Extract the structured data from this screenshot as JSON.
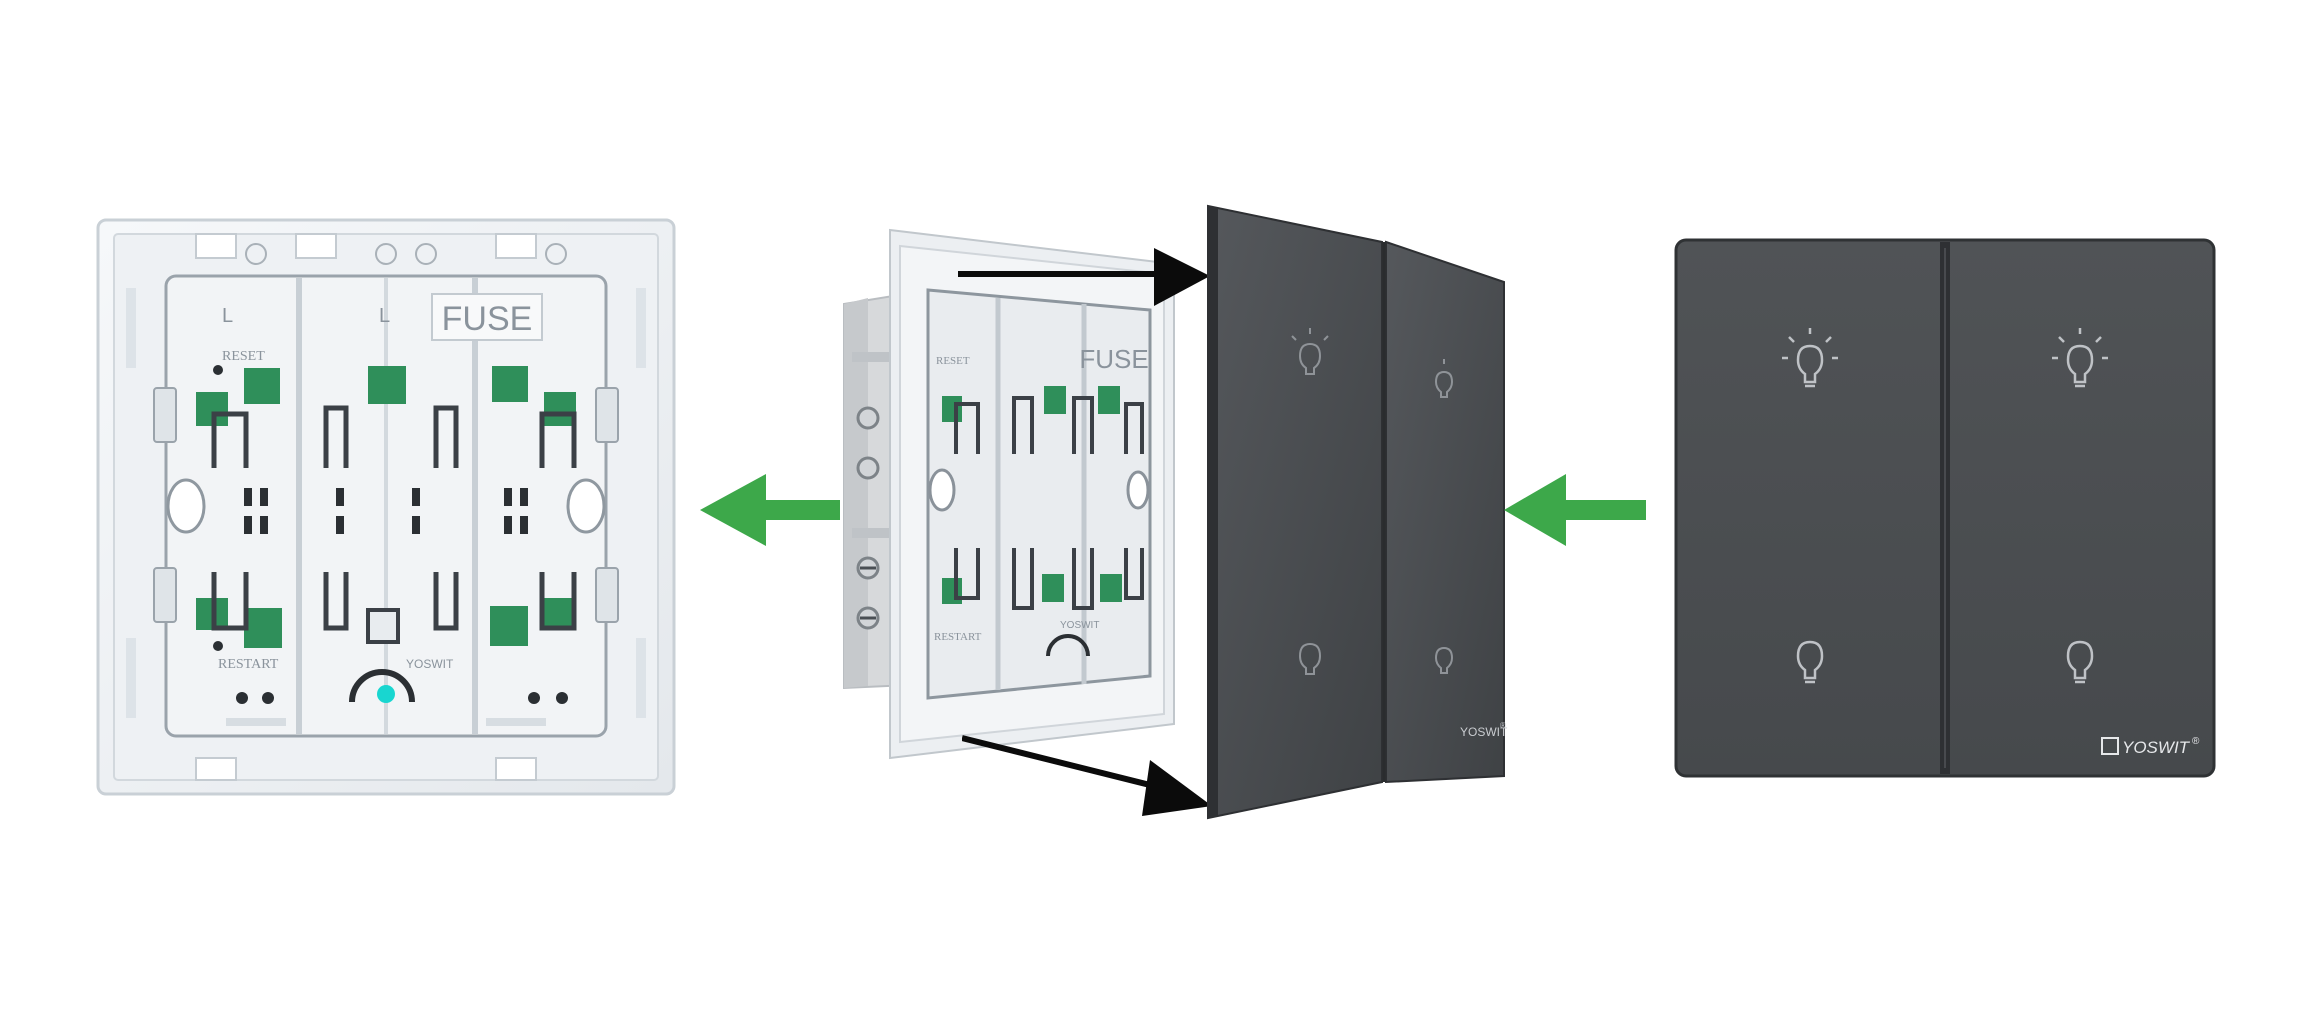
{
  "back_plate": {
    "label_fuse": "FUSE",
    "label_reset": "RESET",
    "label_restart": "RESTART",
    "terminal_mark": "L",
    "logo_text": "YOSWIT",
    "indicator_color": "#18d6d0"
  },
  "side_module": {
    "label_fuse": "FUSE",
    "label_reset": "RESET",
    "label_restart": "RESTART",
    "logo_text": "YOSWIT"
  },
  "angled_panel": {
    "logo_text": "YOSWIT",
    "registered_mark": "®"
  },
  "front_panel": {
    "logo_text": "YOSWIT",
    "registered_mark": "®",
    "icons": [
      "bulb-on-icon",
      "bulb-on-icon",
      "bulb-off-icon",
      "bulb-off-icon"
    ]
  },
  "arrows": {
    "green_color": "#3da84a",
    "black_color": "#0b0b0b"
  },
  "colors": {
    "panel_dark": "#494c50",
    "plate_light": "#eef1f4",
    "latch_green": "#2f8f5a"
  }
}
